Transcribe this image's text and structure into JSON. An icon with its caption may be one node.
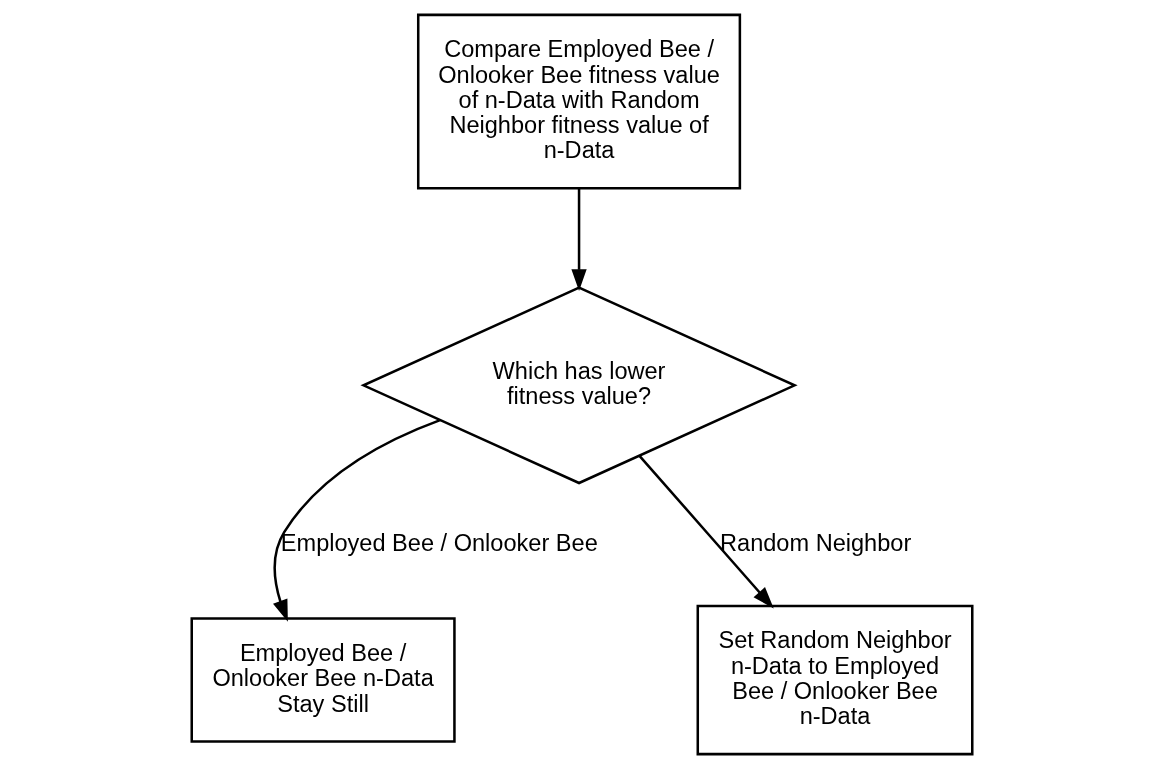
{
  "diagram": {
    "nodes": [
      {
        "text": [
          "Compare Employed Bee / Onlooker Bee fitness value of n-Data with Random Neighbor fitness value of n-Data"
        ]
      },
      {
        "text": [
          "Which has lower fitness value?"
        ]
      },
      {
        "text": [
          "Employed Bee / Onlooker Bee n-Data Stay Still"
        ]
      },
      {
        "text": [
          "Set Random Neighbor n-Data to Employed Bee / Onlooker Bee n-Data"
        ]
      }
    ],
    "edges": [
      {
        "from": 0,
        "to": 1,
        "arrow": "to"
      },
      {
        "from": 1,
        "to": 2,
        "arrow": "to",
        "label": "Employed Bee / Onlooker Bee"
      },
      {
        "from": 1,
        "to": 3,
        "arrow": "to",
        "label": "Random Neighbor"
      }
    ]
  }
}
